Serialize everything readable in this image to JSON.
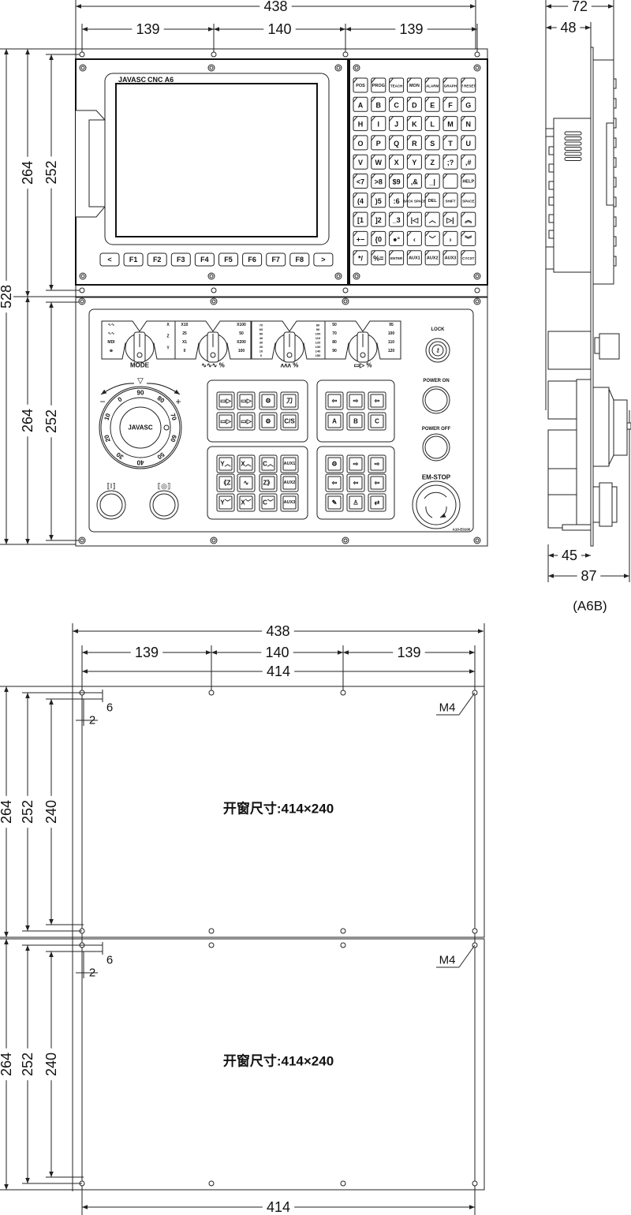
{
  "front_view": {
    "dimensions": [
      "438",
      "139",
      "140",
      "139",
      "528",
      "264",
      "264",
      "252",
      "252"
    ],
    "brand": "CNC A6",
    "softkeys": [
      "<",
      "F1",
      "F2",
      "F3",
      "F4",
      "F5",
      "F6",
      "F7",
      "F8",
      ">"
    ],
    "keyboard": [
      [
        "POS",
        "PROG",
        "TEACH",
        "MON",
        "ALARM",
        "GRAPH",
        "// RESET"
      ],
      [
        "A",
        "B",
        "C",
        "D",
        "E",
        "F",
        "G"
      ],
      [
        "H",
        "I",
        "J",
        "K",
        "L",
        "M",
        "N"
      ],
      [
        "O",
        "P",
        "Q",
        "R",
        "S",
        "T",
        "U"
      ],
      [
        "V",
        "W",
        "X",
        "Y",
        "Z",
        ";?",
        ",#"
      ],
      [
        "<7",
        ">8",
        "$9",
        ",&",
        "_|",
        "",
        "HELP"
      ],
      [
        "(4",
        ")5",
        ":6",
        "BACK SPACE",
        "DEL",
        "SHIFT",
        "SPACE"
      ],
      [
        "[1",
        "]2",
        "_3",
        "|◁",
        "︿",
        "▷|",
        "︽"
      ],
      [
        "+−",
        "{0",
        "●°",
        "‹",
        "﹀",
        "›",
        "︾"
      ],
      [
        "*/",
        "%=",
        "ENTER",
        "AUX1",
        "AUX2",
        "AUX3",
        "CYCST"
      ]
    ],
    "knobs": [
      {
        "label": "MODE",
        "left": [
          "∿∿",
          "∿∿",
          "MDI",
          "⊕"
        ],
        "right": [
          "X",
          "Z",
          "Y"
        ]
      },
      {
        "label": "∿∿∿ %",
        "left": [
          "X10",
          "25",
          "X1",
          "0"
        ],
        "right": [
          "X100",
          "50",
          "X200",
          "100"
        ]
      },
      {
        "label": "ᴧᴧᴧ %",
        "left": [
          "70",
          "60",
          "50",
          "40",
          "30",
          "20",
          "10",
          "0"
        ],
        "right": [
          "80",
          "90",
          "100",
          "110",
          "120",
          "130",
          "140",
          "150"
        ]
      },
      {
        "label": "▭▷ %",
        "left": [
          "50",
          "70",
          "80",
          "90"
        ],
        "right": [
          "95",
          "100",
          "110",
          "120"
        ]
      }
    ],
    "handwheel": {
      "numbers": [
        "0",
        "10",
        "20",
        "30",
        "40",
        "50",
        "60",
        "70",
        "80",
        "90"
      ],
      "minus": "−",
      "plus": "+"
    },
    "key_groups": [
      [
        "▭▷",
        "▭▷",
        "⚙",
        "刀",
        "▭▷",
        "▭▷",
        "⚙",
        "C/S"
      ],
      [
        "⇦",
        "⇨",
        "⇦",
        "A",
        "B",
        "C"
      ],
      [
        "Y︿",
        "X︿",
        "C︿",
        "AUX1",
        "《Z",
        "∿",
        "Z》",
        "AUX2",
        "Y﹀",
        "X﹀",
        "C﹀",
        "AUX3"
      ],
      [
        "⚙",
        "⇨",
        "⇨",
        "⇦",
        "⇦",
        "⇦",
        "✎",
        "♙",
        "⇄"
      ]
    ],
    "buttons": {
      "lock": "LOCK",
      "power_on": "POWER ON",
      "power_off": "POWER OFF",
      "em_stop": "EM-STOP"
    },
    "model_code": "A10-E0100"
  },
  "side_view": {
    "dimensions": [
      "72",
      "48",
      "45",
      "87"
    ],
    "caption": "(A6B)"
  },
  "cutout_views": {
    "top_dimensions": [
      "438",
      "139",
      "140",
      "139",
      "414"
    ],
    "bottom_dimension": "414",
    "panels": [
      {
        "dimensions": [
          "264",
          "252",
          "240"
        ],
        "edge_small": "6",
        "edge_tiny": "2",
        "screw": "M4",
        "label": "开窗尺寸:414×240"
      },
      {
        "dimensions": [
          "264",
          "252",
          "240"
        ],
        "edge_small": "6",
        "edge_tiny": "2",
        "screw": "M4",
        "label": "开窗尺寸:414×240"
      }
    ]
  }
}
